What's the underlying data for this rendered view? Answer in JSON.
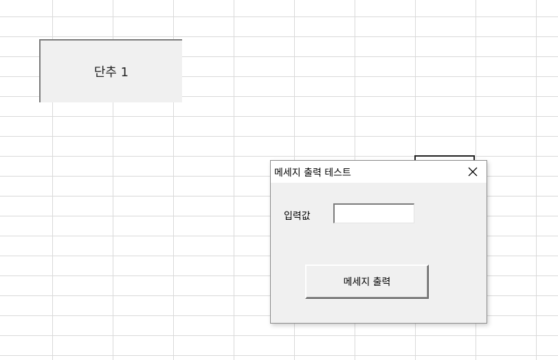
{
  "sheet": {
    "form_button_label": "단추 1"
  },
  "dialog": {
    "title": "메세지 출력 테스트",
    "close_icon": "close-icon",
    "input_label": "입력값",
    "input_value": "",
    "input_placeholder": "",
    "submit_label": "메세지 출력"
  },
  "colors": {
    "dialog_background": "#f0f0f0",
    "titlebar_background": "#ffffff",
    "grid_line": "#d9d9d9"
  }
}
